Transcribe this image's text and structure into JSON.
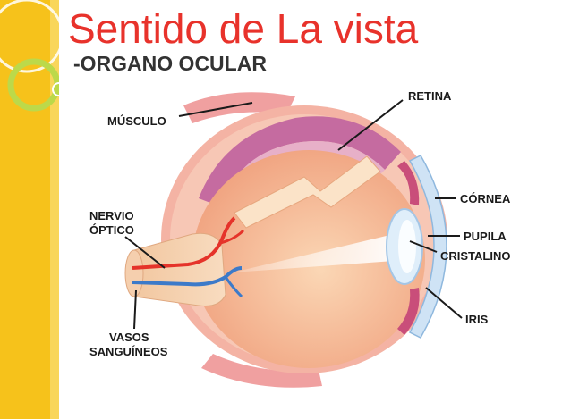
{
  "slide": {
    "title": "Sentido de La vista",
    "subtitle": "-ORGANO OCULAR",
    "accent_color": "#f6c21b",
    "title_color": "#e8322b"
  },
  "labels": {
    "musculo": "MÚSCULO",
    "retina": "RETINA",
    "cornea": "CÓRNEA",
    "pupila": "PUPILA",
    "cristalino": "CRISTALINO",
    "iris": "IRIS",
    "nervio_line1": "NERVIO",
    "nervio_line2": "ÓPTICO",
    "vasos_line1": "VASOS",
    "vasos_line2": "SANGUÍNEOS"
  }
}
